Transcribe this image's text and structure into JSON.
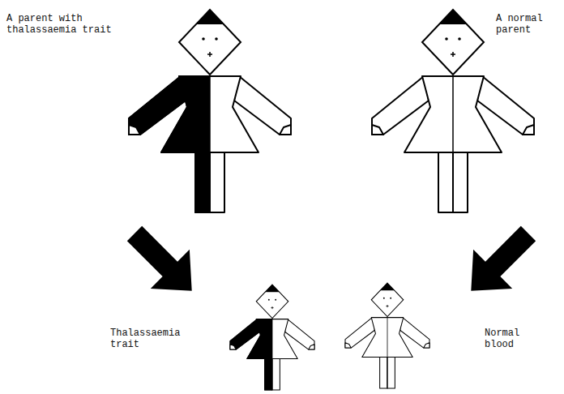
{
  "diagram": {
    "labels": [
      "A parent with thalassaemia trait",
      "A normal parent",
      "Thalassaemia trait",
      "Normal blood"
    ]
  }
}
